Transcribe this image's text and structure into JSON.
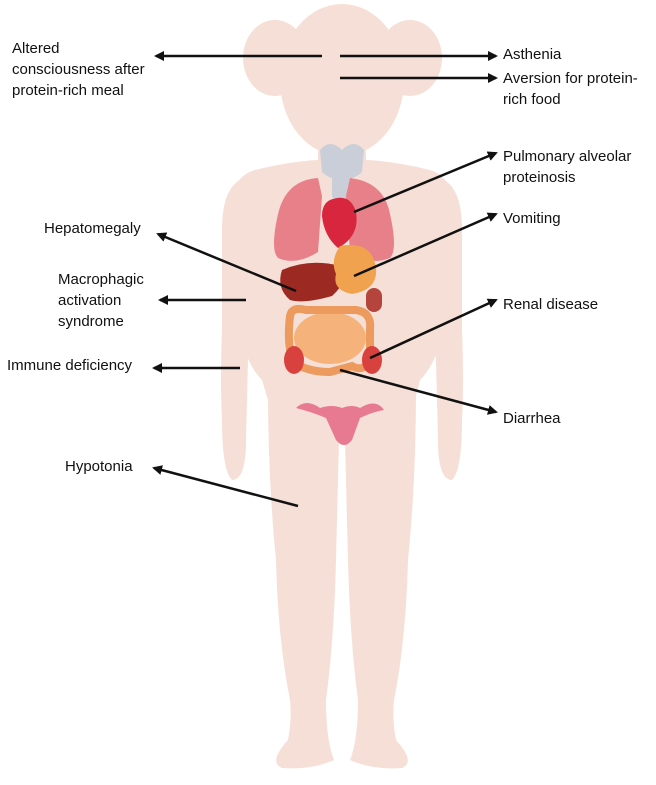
{
  "labels": {
    "altered_consciousness": [
      "Altered",
      "consciousness after",
      "protein-rich meal"
    ],
    "asthenia": "Asthenia",
    "aversion": [
      "Aversion for protein-",
      "rich food"
    ],
    "pulmonary": [
      "Pulmonary alveolar",
      "proteinosis"
    ],
    "hepatomegaly": "Hepatomegaly",
    "vomiting": "Vomiting",
    "macrophagic": [
      "Macrophagic",
      "activation",
      "syndrome"
    ],
    "renal": "Renal disease",
    "immune": "Immune deficiency",
    "diarrhea": "Diarrhea",
    "hypotonia": "Hypotonia"
  },
  "colors": {
    "body": "#f6dfd6",
    "arrow": "#111111",
    "lung": "#e8808a",
    "heart": "#d7263d",
    "liver": "#9c2a22",
    "stomach": "#f0a24e",
    "intestine": "#f5b27a",
    "kidney": "#d9413f",
    "thyroid": "#c9ced8",
    "uterus": "#e77a90"
  }
}
